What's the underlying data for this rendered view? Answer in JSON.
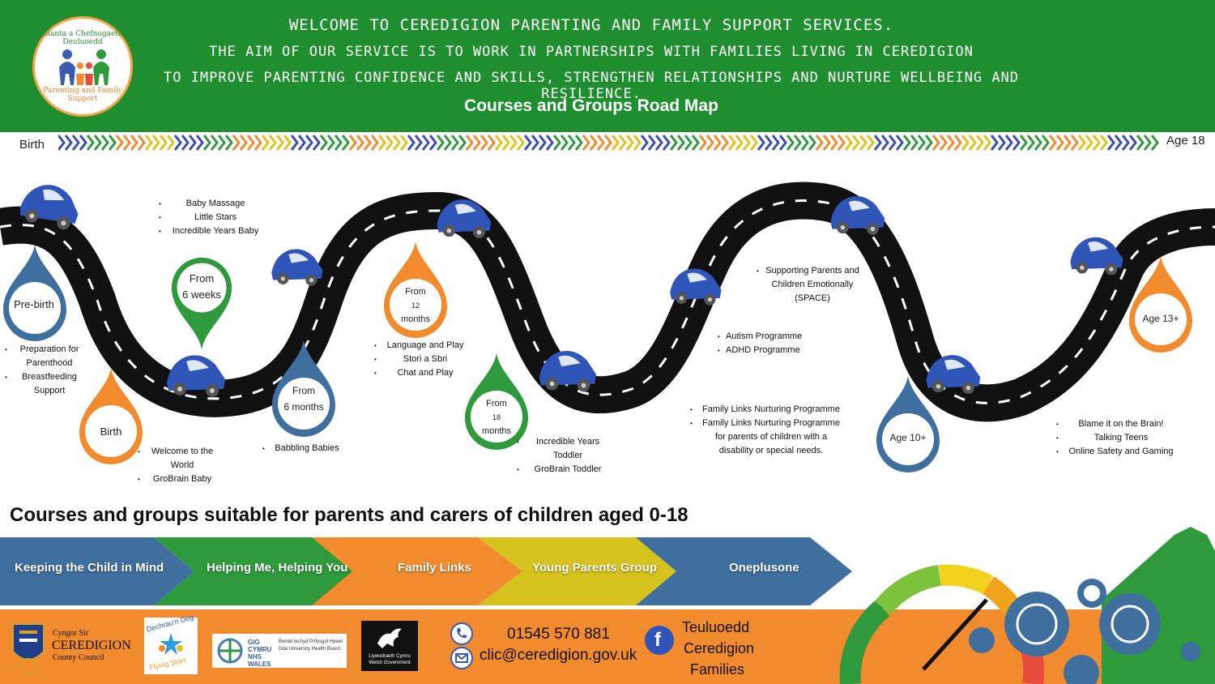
{
  "header": {
    "logo_text_top": "Rhianta a Chefnogaeth i Deuluoedd",
    "logo_text_bottom": "Parenting and Family Support",
    "line1": "WELCOME TO CEREDIGION PARENTING AND FAMILY SUPPORT SERVICES.",
    "line2": "THE AIM OF OUR SERVICE IS TO WORK IN PARTNERSHIPS WITH FAMILIES LIVING IN CEREDIGION",
    "line3": "TO IMPROVE PARENTING CONFIDENCE AND SKILLS, STRENGTHEN RELATIONSHIPS AND NURTURE WELLBEING AND RESILIENCE.",
    "title": "Courses and Groups Road Map"
  },
  "timeline": {
    "start": "Birth",
    "end": "Age 18",
    "arrow_colors": [
      "#3b4fb0",
      "#2e9a3b",
      "#f28a2e",
      "#e3c21c"
    ]
  },
  "pins": [
    {
      "label": "Pre-birth",
      "color": "#3f6f9e"
    },
    {
      "label": "Birth",
      "color": "#f28a2e"
    },
    {
      "label": "From 6 weeks",
      "line1": "From",
      "line2": "6 weeks",
      "color": "#2e9a3b"
    },
    {
      "label": "From 6 months",
      "line1": "From",
      "line2": "6 months",
      "color": "#3f6f9e"
    },
    {
      "label": "From 12 months",
      "line1": "From",
      "line2": "12",
      "line3": "months",
      "color": "#f28a2e"
    },
    {
      "label": "From 18 months",
      "line1": "From",
      "line2": "18",
      "line3": "months",
      "color": "#2e9a3b"
    },
    {
      "label": "Age 10+",
      "color": "#3f6f9e"
    },
    {
      "label": "Age 13+",
      "color": "#f28a2e"
    }
  ],
  "groups": {
    "prebirth": [
      "Preparation for Parenthood",
      "Breastfeeding Support"
    ],
    "birth": [
      "Welcome to the World",
      "GroBrain Baby"
    ],
    "six_weeks": [
      "Baby Massage",
      "Little Stars",
      "Incredible Years Baby"
    ],
    "six_months": [
      "Babbling Babies"
    ],
    "twelve_months": [
      "Language and Play",
      "Stori a Sbri",
      "Chat and Play"
    ],
    "eighteen_months": [
      "Incredible Years Toddler",
      "GroBrain Toddler"
    ],
    "space": [
      "Supporting Parents and Children Emotionally (SPACE)"
    ],
    "autism": [
      "Autism Programme",
      "ADHD Programme"
    ],
    "family_links": [
      "Family Links Nurturing Programme",
      "Family Links Nurturing Programme for parents of children with a disability or special needs."
    ],
    "teens": [
      "Blame it on the Brain!",
      "Talking Teens",
      "Online Safety and Gaming"
    ]
  },
  "section": {
    "title": "Courses and groups suitable for parents and carers of children aged 0-18"
  },
  "programmes": [
    {
      "label": "Keeping the Child in Mind",
      "color": "#3f6f9e"
    },
    {
      "label": "Helping Me, Helping You",
      "color": "#2e9a3b"
    },
    {
      "label": "Family Links",
      "color": "#f28a2e"
    },
    {
      "label": "Young Parents Group",
      "color": "#d6c21c"
    },
    {
      "label": "Oneplusone",
      "color": "#3f6f9e"
    }
  ],
  "footer": {
    "council_line1": "Cyngor Sir",
    "council_line2": "CEREDIGION",
    "council_line3": "County Council",
    "flying_start_top": "Dechrau'n Deg",
    "flying_start_bottom": "Flying Start",
    "nhs_label": "GIG CYMRU NHS WALES",
    "nhs_text": "Bwrdd Iechyd Prifysgol Hywel Dda University Health Board",
    "welsh_gov": "Llywodraeth Cymru Welsh Government",
    "phone": "01545 570 881",
    "email": "clic@ceredigion.gov.uk",
    "facebook_line1": "Teuluoedd",
    "facebook_line2": "Ceredigion",
    "facebook_line3": "Families"
  }
}
